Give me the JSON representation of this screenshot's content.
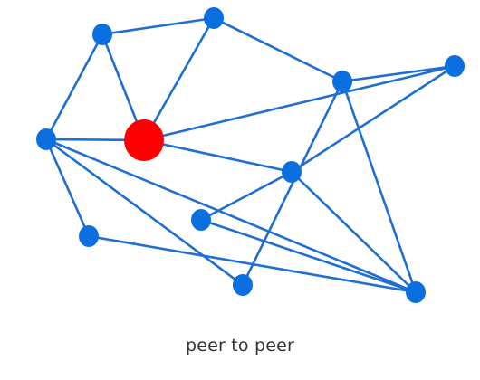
{
  "diagram": {
    "caption": "peer to peer",
    "colors": {
      "node": "#0b6fe0",
      "edge": "#1f6fd0",
      "highlight_node": "#ff0000",
      "background": "#ffffff"
    },
    "nodes": [
      {
        "id": "A",
        "role": "peer"
      },
      {
        "id": "B",
        "role": "peer"
      },
      {
        "id": "C",
        "role": "peer"
      },
      {
        "id": "D",
        "role": "peer"
      },
      {
        "id": "E",
        "role": "peer"
      },
      {
        "id": "F",
        "role": "peer"
      },
      {
        "id": "G",
        "role": "peer"
      },
      {
        "id": "H",
        "role": "peer"
      },
      {
        "id": "I",
        "role": "peer"
      },
      {
        "id": "J",
        "role": "peer"
      },
      {
        "id": "K",
        "role": "peer"
      },
      {
        "id": "R",
        "role": "highlighted-peer"
      }
    ],
    "edges": [
      [
        "A",
        "B"
      ],
      [
        "A",
        "E"
      ],
      [
        "A",
        "R"
      ],
      [
        "B",
        "R"
      ],
      [
        "B",
        "C"
      ],
      [
        "C",
        "D"
      ],
      [
        "D",
        "R"
      ],
      [
        "D",
        "K"
      ],
      [
        "E",
        "R"
      ],
      [
        "E",
        "I"
      ],
      [
        "E",
        "H"
      ],
      [
        "E",
        "J"
      ],
      [
        "R",
        "F"
      ],
      [
        "F",
        "D"
      ],
      [
        "F",
        "G"
      ],
      [
        "F",
        "J"
      ],
      [
        "G",
        "J"
      ],
      [
        "H",
        "J"
      ],
      [
        "I",
        "K"
      ],
      [
        "K",
        "J"
      ]
    ]
  }
}
